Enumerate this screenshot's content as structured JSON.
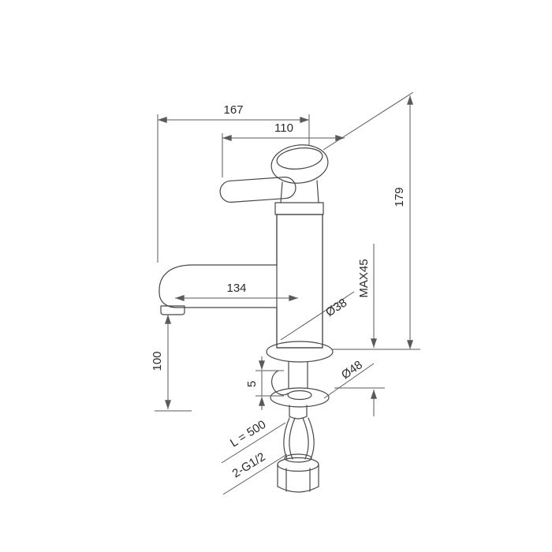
{
  "dimensions": {
    "total_projection": "167",
    "handle_projection": "110",
    "total_height": "179",
    "spout_reach": "134",
    "body_diameter": "Ø38",
    "max_mounting_thickness": "MAX45",
    "spout_height": "100",
    "gap": "5",
    "base_diameter": "Ø48",
    "hose_length": "L = 500",
    "connection_thread": "2-G1/2"
  }
}
